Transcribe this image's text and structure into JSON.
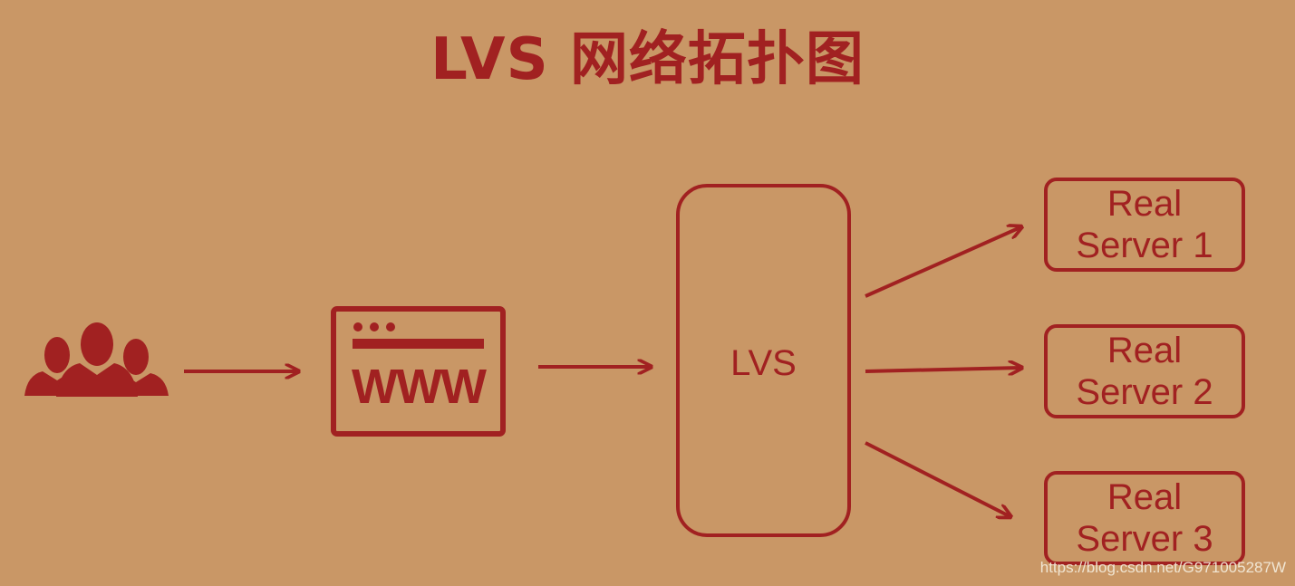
{
  "title": "LVS 网络拓扑图",
  "nodes": {
    "users": {
      "icon": "users-group-icon"
    },
    "web": {
      "icon": "browser-window-icon",
      "text": "WWW"
    },
    "lvs": {
      "label": "LVS"
    },
    "servers": [
      {
        "line1": "Real",
        "line2": "Server 1"
      },
      {
        "line1": "Real",
        "line2": "Server 2"
      },
      {
        "line1": "Real",
        "line2": "Server 3"
      }
    ]
  },
  "watermark": "https://blog.csdn.net/G971005287W",
  "colors": {
    "background": "#c99766",
    "accent": "#a12121",
    "watermark": "#f3ead8"
  }
}
